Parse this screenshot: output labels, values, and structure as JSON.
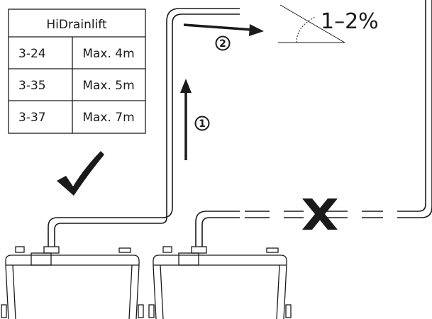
{
  "table": {
    "header": "HiDrainlift",
    "rows": [
      {
        "model": "3-24",
        "max_height": "Max. 4m"
      },
      {
        "model": "3-35",
        "max_height": "Max. 5m"
      },
      {
        "model": "3-37",
        "max_height": "Max. 7m"
      }
    ]
  },
  "slope": {
    "label": "1–2%"
  },
  "steps": [
    {
      "number": "1"
    },
    {
      "number": "2"
    }
  ],
  "marks": {
    "correct_icon": "check-mark-icon",
    "wrong_icon": "cross-mark-icon"
  },
  "colors": {
    "line": "#1a1a1a",
    "background": "#ffffff"
  }
}
